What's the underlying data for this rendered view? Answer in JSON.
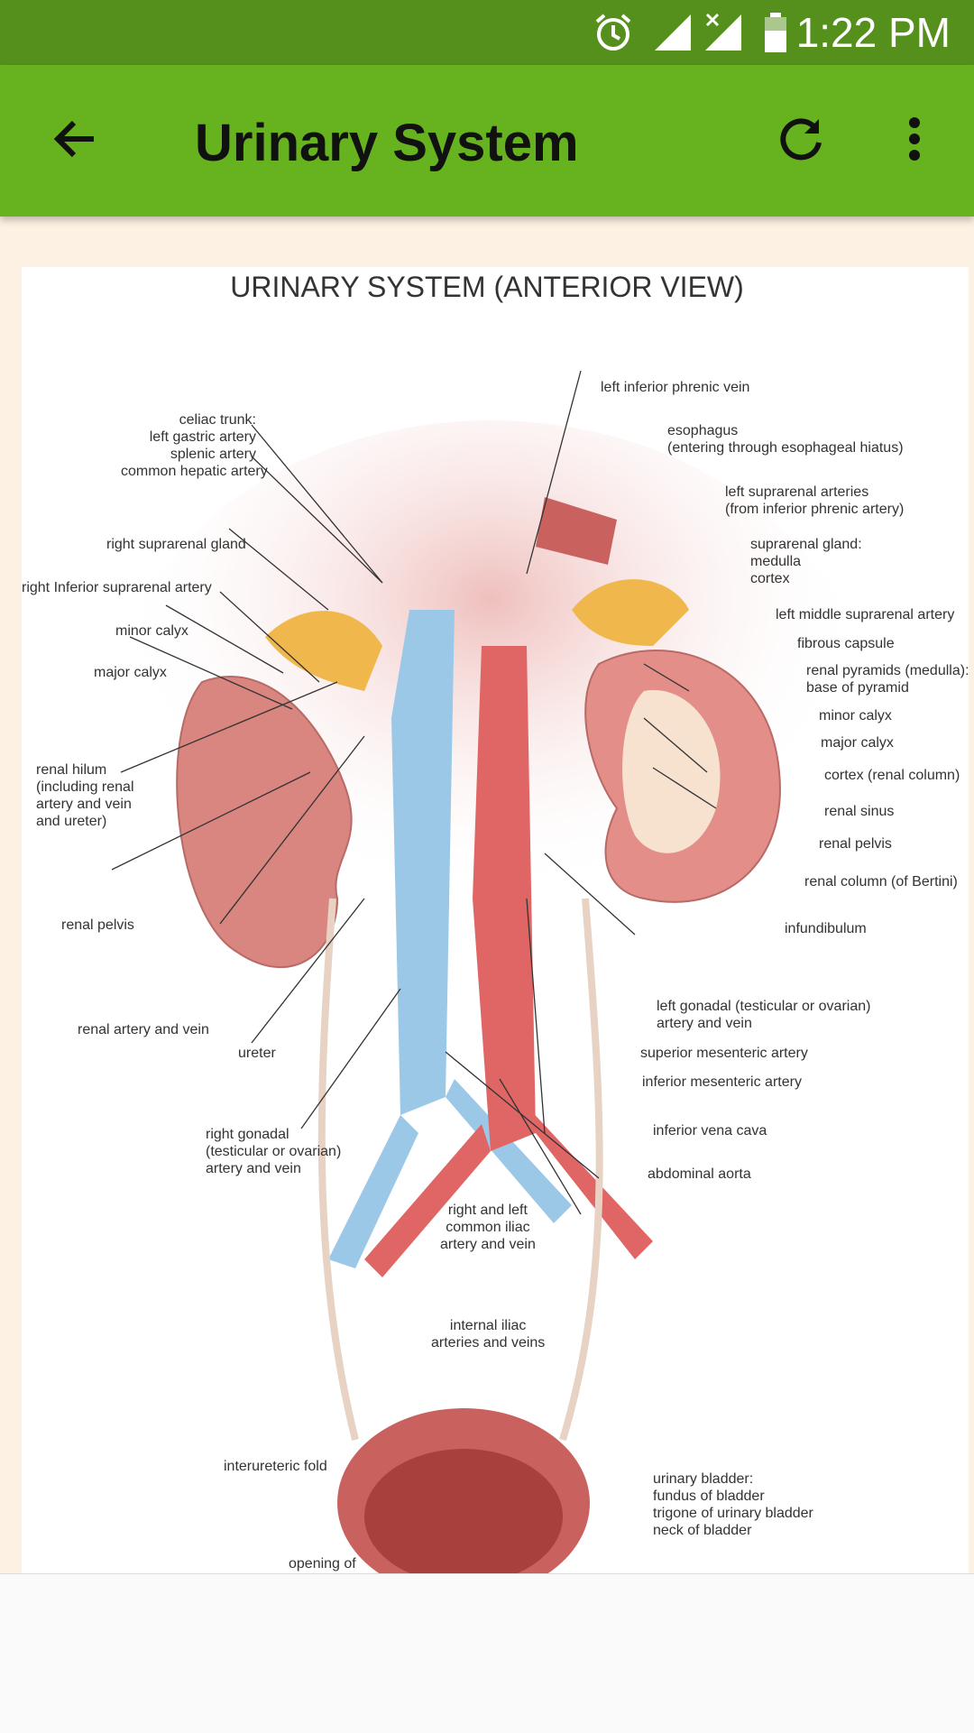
{
  "status_bar": {
    "time": "1:22 PM",
    "icons": [
      "alarm-icon",
      "signal-icon",
      "signal-no-data-icon",
      "battery-icon"
    ]
  },
  "app_bar": {
    "title": "Urinary System",
    "back_icon": "arrow-back-icon",
    "refresh_icon": "refresh-icon",
    "menu_icon": "more-vert-icon"
  },
  "colors": {
    "status_bar": "#55901c",
    "app_bar": "#66b31f",
    "page_background": "#fdf1e3",
    "vein_blue": "#9cc8e8",
    "artery_red": "#e06666",
    "kidney": "#d98580",
    "gland": "#f0b84c"
  },
  "diagram": {
    "title": "URINARY SYSTEM (ANTERIOR VIEW)",
    "labels": {
      "left_inferior_phrenic_vein": "left inferior phrenic vein",
      "celiac_trunk": "celiac trunk:\nleft gastric artery\nsplenic artery\ncommon hepatic artery",
      "esophagus": "esophagus\n(entering through esophageal hiatus)",
      "left_suprarenal_arteries": "left suprarenal arteries\n(from inferior phrenic artery)",
      "right_suprarenal_gland": "right suprarenal gland",
      "suprarenal_gland": "suprarenal gland:\nmedulla\ncortex",
      "right_inferior_suprarenal_artery": "right Inferior suprarenal artery",
      "left_middle_suprarenal_artery": "left middle suprarenal artery",
      "minor_calyx_right": "minor calyx",
      "fibrous_capsule": "fibrous capsule",
      "major_calyx_right": "major calyx",
      "renal_pyramids": "renal pyramids (medulla):\nbase of pyramid",
      "minor_calyx_left": "minor calyx",
      "major_calyx_left": "major calyx",
      "renal_hilum": "renal hilum\n(including renal\nartery and vein\nand ureter)",
      "cortex_renal_column": "cortex (renal column)",
      "renal_sinus": "renal sinus",
      "renal_pelvis_left": "renal pelvis",
      "renal_column_bertini": "renal column (of Bertini)",
      "renal_pelvis_right": "renal pelvis",
      "infundibulum": "infundibulum",
      "left_gonadal": "left gonadal (testicular or ovarian)\nartery and vein",
      "renal_artery_and_vein": "renal artery and vein",
      "ureter": "ureter",
      "superior_mesenteric_artery": "superior mesenteric artery",
      "inferior_mesenteric_artery": "inferior mesenteric artery",
      "right_gonadal": "right gonadal\n(testicular or ovarian)\nartery and vein",
      "inferior_vena_cava": "inferior vena cava",
      "abdominal_aorta": "abdominal aorta",
      "common_iliac": "right and left\ncommon iliac\nartery and vein",
      "internal_iliac": "internal iliac\narteries and veins",
      "interureteric_fold": "interureteric fold",
      "urinary_bladder": "urinary bladder:\nfundus of bladder\ntrigone of urinary bladder\nneck of bladder",
      "opening_of": "opening of"
    }
  }
}
